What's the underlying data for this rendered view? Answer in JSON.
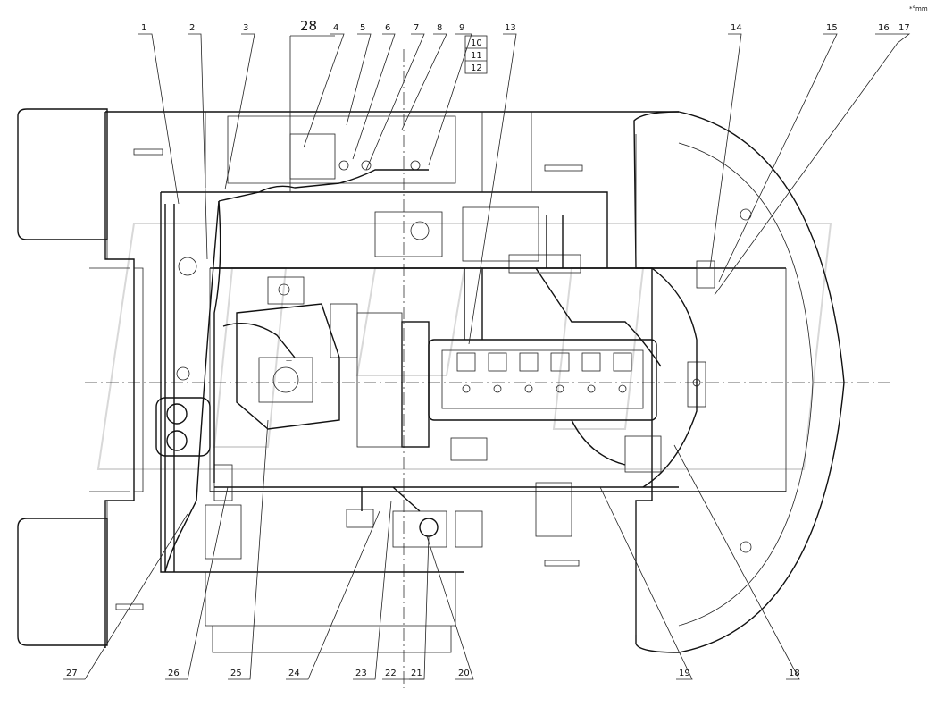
{
  "callouts_top": [
    "1",
    "2",
    "3",
    "28",
    "4",
    "5",
    "6",
    "7",
    "8",
    "9",
    "13",
    "14",
    "15",
    "16",
    "17"
  ],
  "callout_box": [
    "10",
    "11",
    "12"
  ],
  "callouts_bottom": [
    "27",
    "26",
    "25",
    "24",
    "23",
    "22",
    "21",
    "20",
    "19",
    "18"
  ],
  "corner_mark": "*°mm"
}
